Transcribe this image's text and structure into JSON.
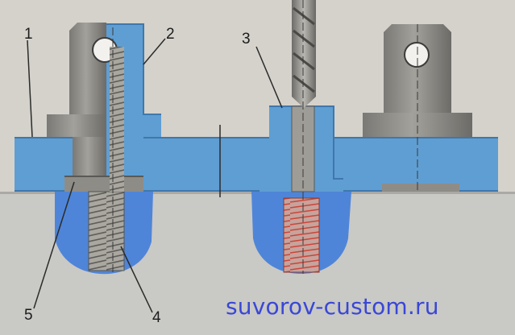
{
  "labels": {
    "l1": "1",
    "l2": "2",
    "l3": "3",
    "l4": "4",
    "l5": "5"
  },
  "watermark": "suvorov-custom.ru",
  "colors": {
    "background": "#d4d2cb",
    "base": "#c9c9c6",
    "plate_blue": "#5f9ed2",
    "fill_blue": "#4f85d8",
    "steel": "#8f8d88",
    "steel_dark": "#6f6d69",
    "thread": "#a8a69f",
    "thread_red": "#c9584f",
    "watermark": "#3a47d6"
  }
}
